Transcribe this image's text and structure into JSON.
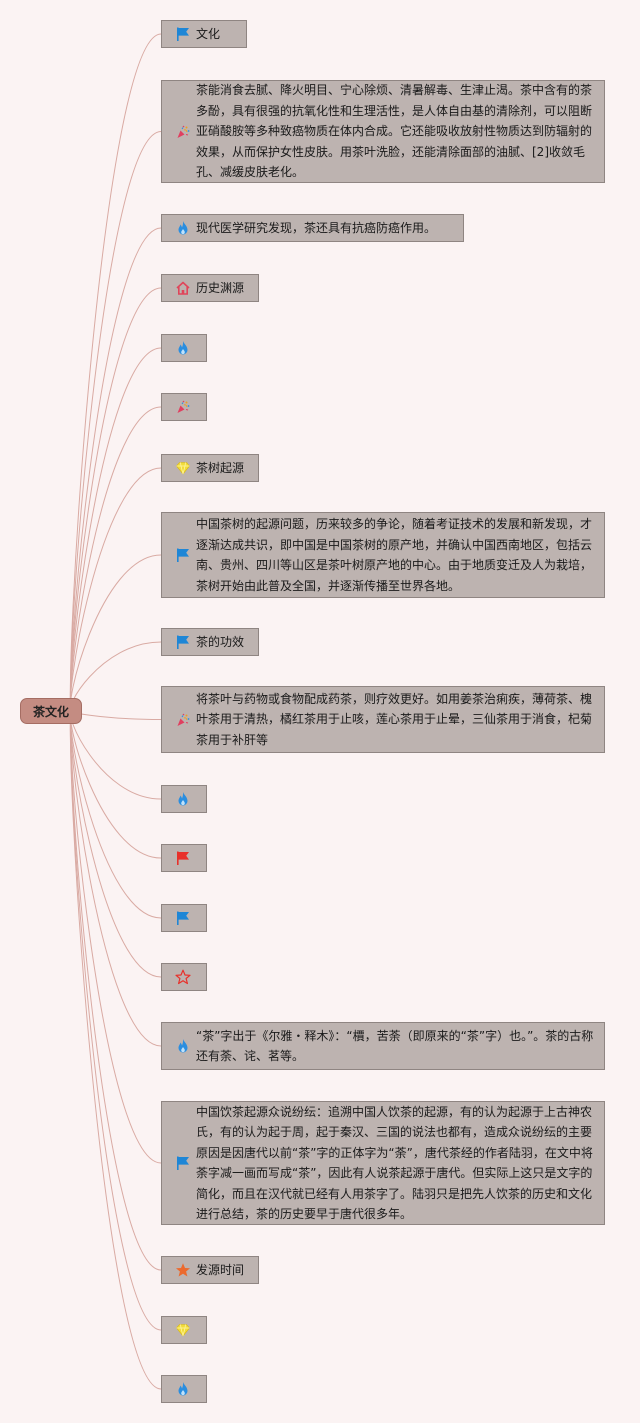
{
  "root": {
    "label": "茶文化"
  },
  "nodes": [
    {
      "icon": "blue-flag-icon",
      "text": "文化"
    },
    {
      "icon": "party-popper-icon",
      "text": "茶能消食去腻、降火明目、宁心除烦、清暑解毒、生津止渴。茶中含有的茶多酚，具有很强的抗氧化性和生理活性，是人体自由基的清除剂，可以阻断亚硝酸胺等多种致癌物质在体内合成。它还能吸收放射性物质达到防辐射的效果，从而保护女性皮肤。用茶叶洗脸，还能清除面部的油腻、[2]收敛毛孔、减缓皮肤老化。"
    },
    {
      "icon": "flame-icon",
      "text": "现代医学研究发现，茶还具有抗癌防癌作用。"
    },
    {
      "icon": "home-icon",
      "text": "历史渊源"
    },
    {
      "icon": "flame-icon",
      "text": ""
    },
    {
      "icon": "party-popper-icon",
      "text": ""
    },
    {
      "icon": "diamond-icon",
      "text": "茶树起源"
    },
    {
      "icon": "blue-flag-icon",
      "text": "中国茶树的起源问题，历来较多的争论，随着考证技术的发展和新发现，才逐渐达成共识，即中国是中国茶树的原产地，并确认中国西南地区，包括云南、贵州、四川等山区是茶叶树原产地的中心。由于地质变迁及人为栽培，茶树开始由此普及全国，并逐渐传播至世界各地。"
    },
    {
      "icon": "blue-flag-icon",
      "text": "茶的功效"
    },
    {
      "icon": "party-popper-icon",
      "text": "将茶叶与药物或食物配成药茶，则疗效更好。如用姜茶治痢疾，薄荷茶、槐叶茶用于清热，橘红茶用于止咳，莲心茶用于止晕，三仙茶用于消食，杞菊茶用于补肝等"
    },
    {
      "icon": "flame-icon",
      "text": ""
    },
    {
      "icon": "red-flag-icon",
      "text": ""
    },
    {
      "icon": "blue-flag-icon",
      "text": ""
    },
    {
      "icon": "star-outline-icon",
      "text": ""
    },
    {
      "icon": "flame-icon",
      "text": "“茶”字出于《尔雅・释木》：“檟，苦荼（即原来的“茶”字）也。”。茶的古称还有荼、诧、茗等。"
    },
    {
      "icon": "blue-flag-icon",
      "text": "中国饮茶起源众说纷纭：追溯中国人饮茶的起源，有的认为起源于上古神农氏，有的认为起于周，起于秦汉、三国的说法也都有，造成众说纷纭的主要原因是因唐代以前“茶”字的正体字为“荼”，唐代茶经的作者陆羽，在文中将荼字减一画而写成“茶”，因此有人说茶起源于唐代。但实际上这只是文字的简化，而且在汉代就已经有人用茶字了。陆羽只是把先人饮茶的历史和文化进行总结，茶的历史要早于唐代很多年。"
    },
    {
      "icon": "star-filled-icon",
      "text": "发源时间"
    },
    {
      "icon": "diamond-icon",
      "text": ""
    },
    {
      "icon": "flame-icon",
      "text": ""
    }
  ],
  "colors": {
    "background": "#fbf3f3",
    "root_fill": "#c48c82",
    "node_fill": "#bdb3b0",
    "node_border": "#8f8582",
    "link": "#d9aaa3",
    "flag_blue": "#1e86d6",
    "flag_red": "#e8302a",
    "flame": "#2a8ee0",
    "home": "#e0455a",
    "diamond": "#f2dc3a",
    "star": "#ec6a2e",
    "popper": "#e04060"
  }
}
